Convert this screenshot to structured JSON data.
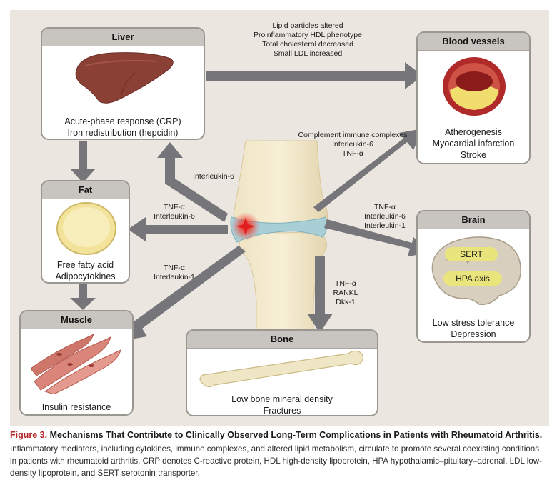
{
  "boxes": {
    "liver": {
      "title": "Liver",
      "lines": [
        "Acute-phase response (CRP)",
        "Iron redistribution (hepcidin)"
      ]
    },
    "blood_vessels": {
      "title": "Blood vessels",
      "lines": [
        "Atherogenesis",
        "Myocardial infarction",
        "Stroke"
      ]
    },
    "fat": {
      "title": "Fat",
      "lines": [
        "Free fatty acid",
        "Adipocytokines"
      ]
    },
    "muscle": {
      "title": "Muscle",
      "lines": [
        "Insulin resistance"
      ]
    },
    "bone": {
      "title": "Bone",
      "lines": [
        "Low bone mineral density",
        "Fractures"
      ]
    },
    "brain": {
      "title": "Brain",
      "lines": [
        "Low stress tolerance",
        "Depression"
      ],
      "regions": [
        "SERT",
        "HPA axis"
      ]
    }
  },
  "arrow_labels": {
    "liver_to_vessels": [
      "Lipid particles altered",
      "Proinflammatory HDL phenotype",
      "Total cholesterol decreased",
      "Small LDL increased"
    ],
    "joint_to_vessels": [
      "Complement immune complexes",
      "Interleukin-6",
      "TNF-α"
    ],
    "joint_to_liver": [
      "Interleukin-6"
    ],
    "joint_to_fat": [
      "TNF-α",
      "Interleukin-6"
    ],
    "joint_to_muscle": [
      "TNF-α",
      "Interleukin-1"
    ],
    "joint_to_brain": [
      "TNF-α",
      "Interleukin-6",
      "Interleukin-1"
    ],
    "joint_to_bone": [
      "TNF-α",
      "RANKL",
      "Dkk-1"
    ]
  },
  "caption": {
    "figure_label": "Figure 3.",
    "title": "Mechanisms That Contribute to Clinically Observed Long-Term Complications in Patients with Rheumatoid Arthritis.",
    "body": "Inflammatory mediators, including cytokines, immune complexes, and altered lipid metabolism, circulate to promote several coexisting conditions in patients with rheumatoid arthritis. CRP denotes C-reactive protein, HDL high-density lipoprotein, HPA hypothalamic–pituitary–adrenal, LDL low-density lipoprotein, and SERT serotonin transporter."
  },
  "colors": {
    "panel_background": "#ebe6df",
    "arrow": "#75757a",
    "box_header": "#c8c5c0",
    "figure_label": "#b3282d",
    "inflammation": "#e02020"
  }
}
